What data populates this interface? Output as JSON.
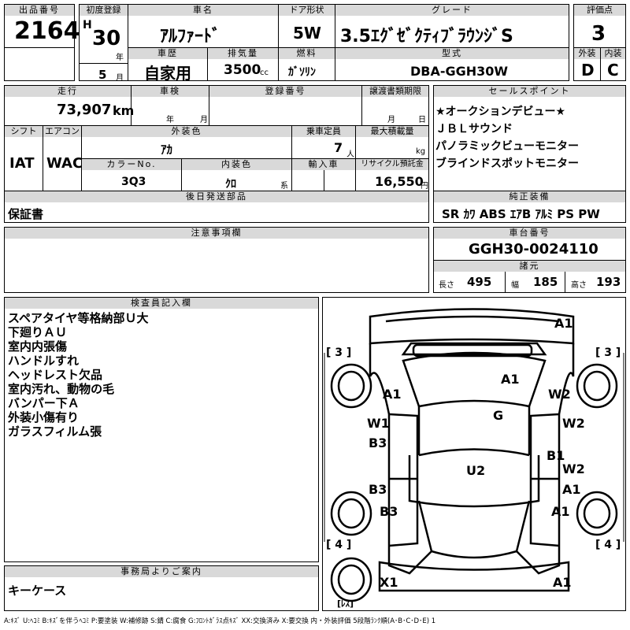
{
  "header": {
    "lot_label": "出品番号",
    "lot_no": "2164",
    "reg_label": "初度登録",
    "era": "H",
    "year": "30",
    "year_unit": "年",
    "month": "5",
    "month_unit": "月",
    "car_name_label": "車名",
    "car_name": "ｱﾙﾌｧｰﾄﾞ",
    "door_label": "ドア形状",
    "door": "5W",
    "grade_label": "グレード",
    "grade": "3.5ｴｸﾞｾﾞｸﾃｨﾌﾞﾗｳﾝｼﾞS",
    "score_label": "評価点",
    "score": "3",
    "history_label": "車歴",
    "history": "自家用",
    "displacement_label": "排気量",
    "displacement": "3500",
    "displacement_unit": "cc",
    "fuel_label": "燃料",
    "fuel": "ｶﾞｿﾘﾝ",
    "model_label": "型式",
    "model": "DBA-GGH30W",
    "ext_score_label": "外装",
    "ext_score": "D",
    "int_score_label": "内装",
    "int_score": "C"
  },
  "row2": {
    "mileage_label": "走行",
    "mileage": "73,907",
    "mileage_unit": "km",
    "inspection_label": "車検",
    "inspection_year_unit": "年",
    "inspection_month_unit": "月",
    "reg_no_label": "登録番号",
    "transfer_label": "譲渡書類期限",
    "transfer_month_unit": "月",
    "transfer_day_unit": "日",
    "shift_label": "シフト",
    "shift": "IAT",
    "ac_label": "エアコン",
    "ac": "WAC",
    "ext_color_label": "外装色",
    "ext_color": "ｱｶ",
    "seats_label": "乗車定員",
    "seats": "7",
    "seats_unit": "人",
    "max_load_label": "最大積載量",
    "max_load_unit": "kg",
    "color_no_label": "カラーNo.",
    "color_no": "3Q3",
    "int_color_label": "内装色",
    "int_color": "ｸﾛ",
    "int_color_unit": "系",
    "import_label": "輸入車",
    "recycle_label": "リサイクル預託金",
    "recycle": "16,550",
    "recycle_unit": "円",
    "sales_label": "セールスポイント",
    "sales": [
      "★オークションデビュー★",
      "ＪＢＬサウンド",
      "パノラミックビューモニター",
      "ブラインドスポットモニター"
    ]
  },
  "later_parts": {
    "label": "後日発送部品",
    "value": "保証書"
  },
  "equipment": {
    "label": "純正装備",
    "value": "SR ｶﾜ ABS ｴｱB ｱﾙﾐ PS PW"
  },
  "notes": {
    "label": "注意事項欄"
  },
  "chassis": {
    "label": "車台番号",
    "value": "GGH30-0024110",
    "dims_label": "諸元",
    "length_label": "長さ",
    "length": "495",
    "width_label": "幅",
    "width": "185",
    "height_label": "高さ",
    "height": "193"
  },
  "inspector": {
    "label": "検査員記入欄",
    "lines": [
      "スペアタイヤ等格納部Ｕ大",
      "下廻りＡＵ",
      "室内内張傷",
      "ハンドルすれ",
      "ヘッドレスト欠品",
      "室内汚れ、動物の毛",
      "バンパー下Ａ",
      "外装小傷有り",
      "ガラスフィルム張"
    ]
  },
  "office": {
    "label": "事務局よりご案内",
    "value": "キーケース"
  },
  "diagram": {
    "tire_fl": "[ 3 ]",
    "tire_fr": "[ 3 ]",
    "tire_rl": "[ 4 ]",
    "tire_rr": "[ 4 ]",
    "spare": "[ﾚｽ]",
    "marks": {
      "front_bumper": "A1",
      "hood": "A1",
      "fender_l": "A1",
      "fender_r": "W2",
      "front_door_l": "W1",
      "front_door_r": "W2",
      "windshield": "G",
      "door_l_b3a": "B3",
      "door_l_b3b": "B3",
      "door_l_b3c": "B3",
      "door_r_b1": "B1",
      "door_r_w2": "W2",
      "door_r_a1a": "A1",
      "door_r_a1b": "A1",
      "roof": "U2",
      "rear_bumper_l": "X1",
      "rear_bumper_r": "A1"
    }
  },
  "legend": "A:ｷｽﾞ U:ﾍｺﾐ B:ｷｽﾞを伴うﾍｺﾐ P:要塗装 W:補修跡 S:錆 C:腐食 G:ﾌﾛﾝﾄｶﾞﾗｽ点ｷｽﾞ XX:交換済み X:要交換 内・外装評価 5段階ﾗﾝｸ順(A･B･C･D･E) 1"
}
